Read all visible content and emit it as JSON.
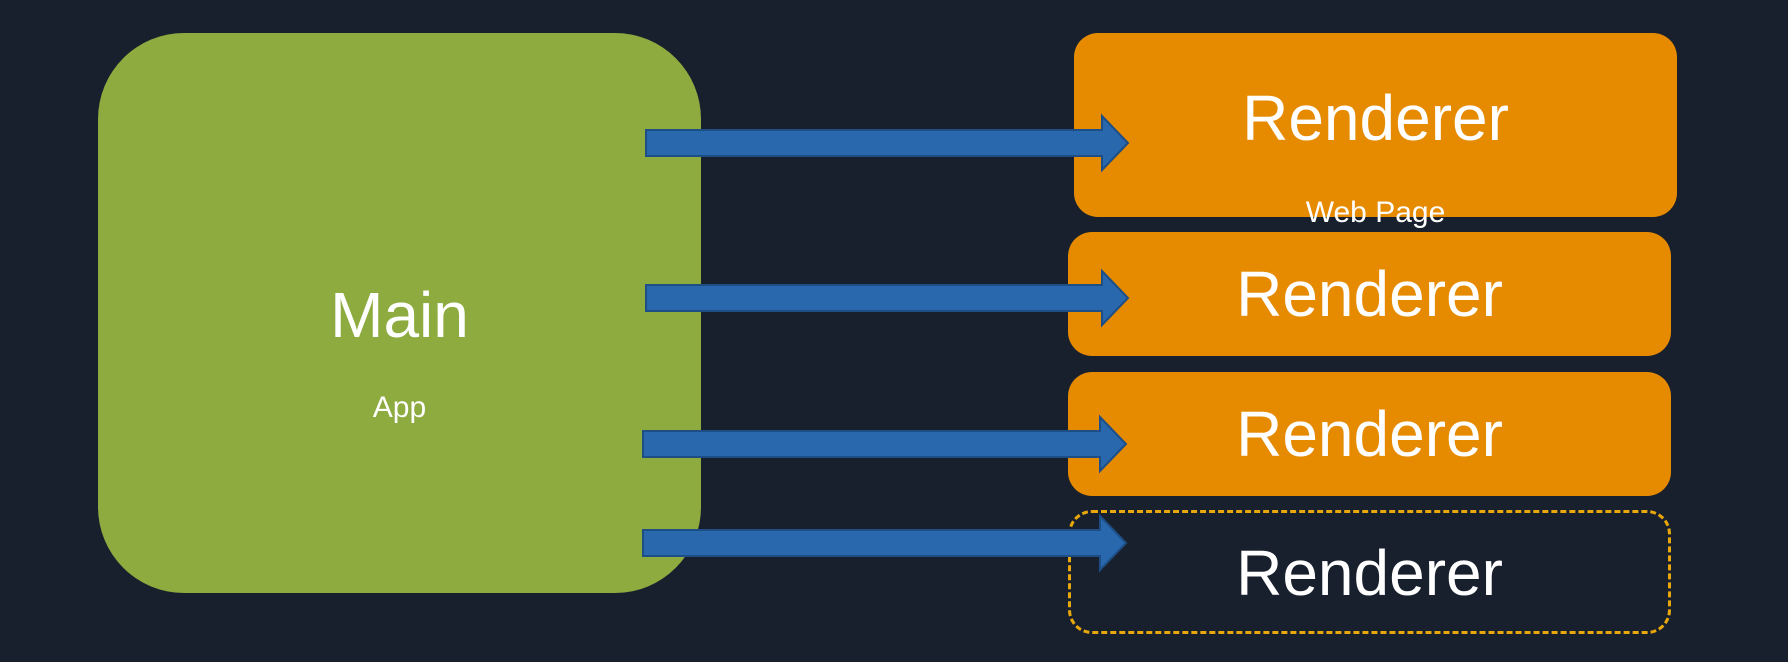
{
  "colors": {
    "background": "#19202d",
    "main_fill": "#8dab3f",
    "renderer_fill": "#e68a00",
    "renderer_dashed_border": "#e8a70a",
    "arrow_fill": "#2a68ad",
    "arrow_stroke": "#1d4e85",
    "text": "#ffffff"
  },
  "main": {
    "title": "Main",
    "subtitle": "App"
  },
  "renderers": [
    {
      "title": "Renderer",
      "subtitle": "Web Page",
      "style": "solid"
    },
    {
      "title": "Renderer",
      "style": "solid"
    },
    {
      "title": "Renderer",
      "style": "solid"
    },
    {
      "title": "Renderer",
      "style": "dashed"
    }
  ],
  "connections": [
    {
      "from": "main",
      "to": "renderer-1"
    },
    {
      "from": "main",
      "to": "renderer-2"
    },
    {
      "from": "main",
      "to": "renderer-3"
    },
    {
      "from": "main",
      "to": "renderer-4"
    }
  ]
}
